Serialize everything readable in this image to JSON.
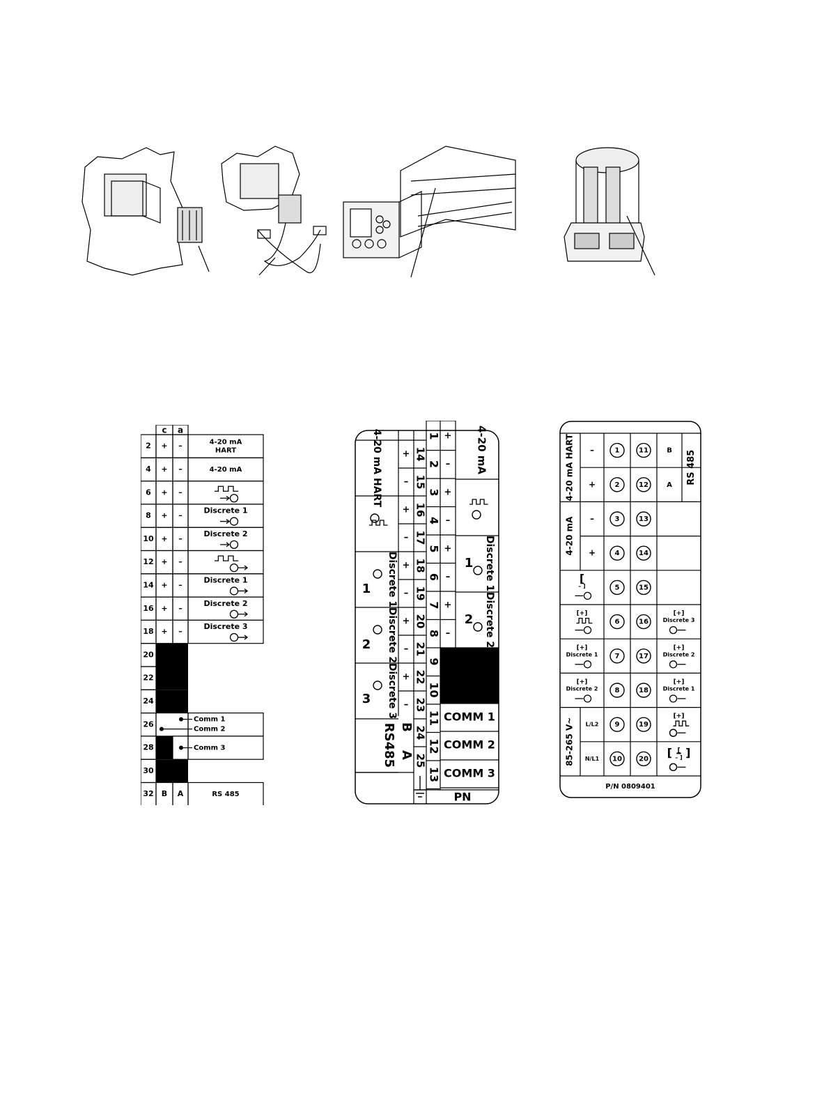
{
  "panel1": {
    "header": {
      "c": "c",
      "a": "a"
    },
    "rows": [
      {
        "num": "2",
        "c": "+",
        "a": "–",
        "desc": "4-20 mA",
        "desc2": "HART"
      },
      {
        "num": "4",
        "c": "+",
        "a": "–",
        "desc": "4-20 mA"
      },
      {
        "num": "6",
        "c": "+",
        "a": "–",
        "desc": ""
      },
      {
        "num": "8",
        "c": "+",
        "a": "–",
        "desc": "Discrete 1"
      },
      {
        "num": "10",
        "c": "+",
        "a": "–",
        "desc": "Discrete 2"
      },
      {
        "num": "12",
        "c": "+",
        "a": "–",
        "desc": ""
      },
      {
        "num": "14",
        "c": "+",
        "a": "–",
        "desc": "Discrete 1"
      },
      {
        "num": "16",
        "c": "+",
        "a": "–",
        "desc": "Discrete 2"
      },
      {
        "num": "18",
        "c": "+",
        "a": "–",
        "desc": "Discrete 3"
      },
      {
        "num": "20"
      },
      {
        "num": "22"
      },
      {
        "num": "24"
      },
      {
        "num": "26",
        "comm_a": "Comm 1",
        "comm_c": "Comm 2"
      },
      {
        "num": "28",
        "comm_a": "Comm 3"
      },
      {
        "num": "30"
      },
      {
        "num": "32",
        "c": "B",
        "a": "A",
        "desc": "RS 485"
      }
    ]
  },
  "panel2": {
    "left_labels": [
      "4-20 mA HART",
      "",
      "Discrete 1",
      "Discrete 2",
      "Discrete 3",
      "RS485"
    ],
    "right_labels": [
      "4-20 mA",
      "",
      "Discrete 1",
      "Discrete 2",
      "",
      "COMM 1",
      "COMM 2",
      "COMM 3"
    ],
    "left_nums": [
      "14",
      "15",
      "16",
      "17",
      "18",
      "19",
      "20",
      "21",
      "22",
      "23",
      "24",
      "25"
    ],
    "right_nums": [
      "1",
      "2",
      "3",
      "4",
      "5",
      "6",
      "7",
      "8",
      "9",
      "10",
      "11",
      "12",
      "13"
    ],
    "left_signs": [
      "+",
      "–",
      "+",
      "–",
      "+",
      "–",
      "+",
      "–",
      "+",
      "–"
    ],
    "right_signs": [
      "+",
      "–",
      "+",
      "–",
      "+",
      "–",
      "+",
      "–"
    ],
    "rs485_ba": [
      "B",
      "A"
    ],
    "pn": "PN"
  },
  "panel3": {
    "rows": [
      {
        "left": "4-20 mA HART",
        "sign": "–",
        "n1": "1",
        "n2": "11",
        "right": "B"
      },
      {
        "left": "",
        "sign": "+",
        "n1": "2",
        "n2": "12",
        "right": "A"
      },
      {
        "left": "4-20 mA",
        "sign": "–",
        "n1": "3",
        "n2": "13",
        "right": ""
      },
      {
        "left": "",
        "sign": "+",
        "n1": "4",
        "n2": "14",
        "right": ""
      },
      {
        "left": "[ – ]",
        "sign": "",
        "n1": "5",
        "n2": "15",
        "right": ""
      },
      {
        "left": "[+]",
        "sign": "",
        "n1": "6",
        "n2": "16",
        "right": "[+] Discrete 3"
      },
      {
        "left": "[+] Discrete 1",
        "sign": "",
        "n1": "7",
        "n2": "17",
        "right": "[+] Discrete 2"
      },
      {
        "left": "[+] Discrete 2",
        "sign": "",
        "n1": "8",
        "n2": "18",
        "right": "[+] Discrete 1"
      },
      {
        "left": "85-265 V~",
        "sign": "L/L2",
        "n1": "9",
        "n2": "19",
        "right": "[+]"
      },
      {
        "left": "",
        "sign": "N/L1",
        "n1": "10",
        "n2": "20",
        "right": "[ – ]"
      }
    ],
    "rs485": "RS 485",
    "pn": "P/N 0809401"
  }
}
